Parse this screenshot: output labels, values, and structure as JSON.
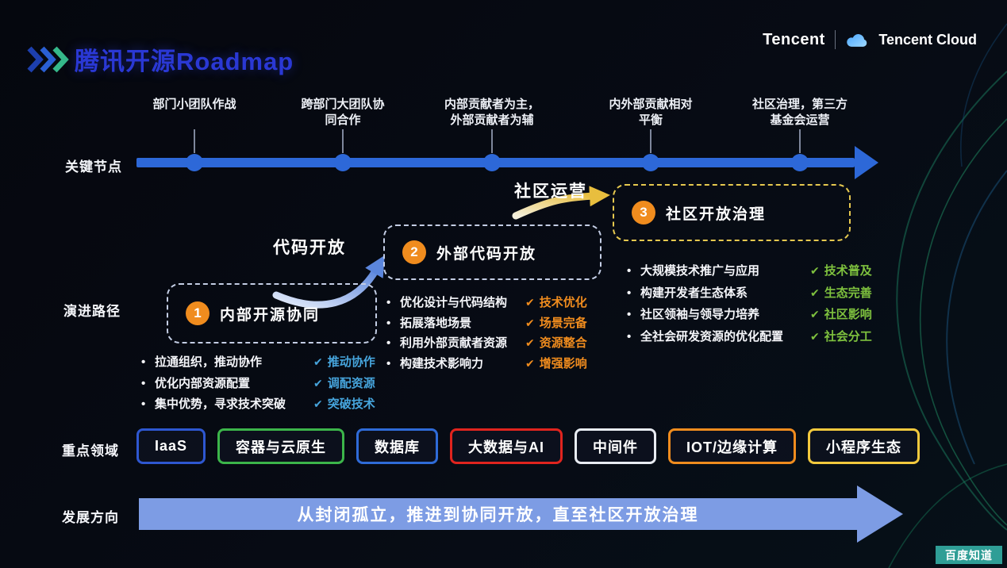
{
  "colors": {
    "title": "#2a38d4",
    "timeline": "#2d68d8",
    "stage_badge": "#f08c1e",
    "stage_border": "#c3cde4",
    "stage3_border": "#e6c94f",
    "direction_arrow": "#7d9ce4",
    "watermark_bg": "#2f9e96"
  },
  "icons": {
    "check": "✔",
    "bullet": "•"
  },
  "header": {
    "title": "腾讯开源Roadmap",
    "brand_tencent": "Tencent",
    "brand_cloud": "Tencent Cloud"
  },
  "timeline": {
    "label": "关键节点",
    "nodes": [
      {
        "line1": "部门小团队作战",
        "line2": ""
      },
      {
        "line1": "跨部门大团队协",
        "line2": "同合作"
      },
      {
        "line1": "内部贡献者为主，",
        "line2": "外部贡献者为辅"
      },
      {
        "line1": "内外部贡献相对",
        "line2": "平衡"
      },
      {
        "line1": "社区治理，第三方",
        "line2": "基金会运营"
      }
    ]
  },
  "evolution": {
    "label": "演进路径",
    "arrow1_label": "代码开放",
    "arrow2_label": "社区运营",
    "stages": [
      {
        "number": "1",
        "title": "内部开源协同",
        "tag_color": "#46a4dc",
        "items": [
          {
            "text": "拉通组织，推动协作",
            "tag": "推动协作"
          },
          {
            "text": "优化内部资源配置",
            "tag": "调配资源"
          },
          {
            "text": "集中优势，寻求技术突破",
            "tag": "突破技术"
          }
        ]
      },
      {
        "number": "2",
        "title": "外部代码开放",
        "tag_color": "#f08c1e",
        "items": [
          {
            "text": "优化设计与代码结构",
            "tag": "技术优化"
          },
          {
            "text": "拓展落地场景",
            "tag": "场景完备"
          },
          {
            "text": "利用外部贡献者资源",
            "tag": "资源整合"
          },
          {
            "text": "构建技术影响力",
            "tag": "增强影响"
          }
        ]
      },
      {
        "number": "3",
        "title": "社区开放治理",
        "tag_color": "#7ec13e",
        "items": [
          {
            "text": "大规模技术推广与应用",
            "tag": "技术普及"
          },
          {
            "text": "构建开发者生态体系",
            "tag": "生态完善"
          },
          {
            "text": "社区领袖与领导力培养",
            "tag": "社区影响"
          },
          {
            "text": "全社会研发资源的优化配置",
            "tag": "社会分工"
          }
        ]
      }
    ]
  },
  "focus": {
    "label": "重点领域",
    "areas": [
      {
        "label": "IaaS",
        "color": "#2e57d0"
      },
      {
        "label": "容器与云原生",
        "color": "#3cb54a"
      },
      {
        "label": "数据库",
        "color": "#2f6bd8"
      },
      {
        "label": "大数据与AI",
        "color": "#e0241e"
      },
      {
        "label": "中间件",
        "color": "#e8ecf2"
      },
      {
        "label": "IOT/边缘计算",
        "color": "#f08c1e"
      },
      {
        "label": "小程序生态",
        "color": "#f2c93d"
      }
    ]
  },
  "direction": {
    "label": "发展方向",
    "text": "从封闭孤立，推进到协同开放，直至社区开放治理"
  },
  "watermark": "百度知道"
}
